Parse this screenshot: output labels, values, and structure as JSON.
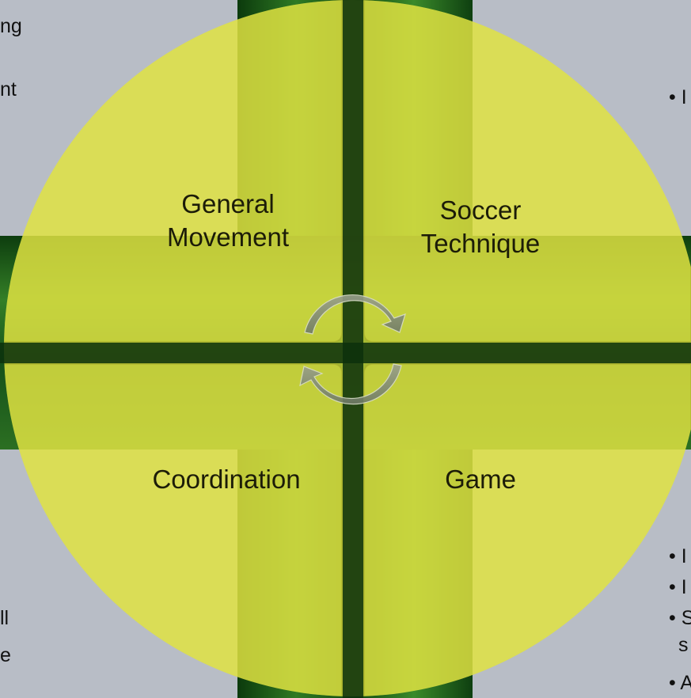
{
  "quadrants": [
    {
      "line1": "General",
      "line2": "Movement"
    },
    {
      "line1": "Soccer",
      "line2": "Technique"
    },
    {
      "line1": "Coordination"
    },
    {
      "line1": "Game"
    }
  ],
  "fragments": {
    "left": [
      "ng",
      "nt",
      "ll",
      "e"
    ],
    "right": [
      "• I",
      "• I",
      "• I",
      "• S",
      "s",
      "• A"
    ]
  },
  "colors": {
    "disc": "#d9dc3a",
    "grass_dark": "#0b3a0c",
    "grass_light": "#347f27",
    "panel": "#b8bdc6",
    "arrow": "#8a9280"
  }
}
